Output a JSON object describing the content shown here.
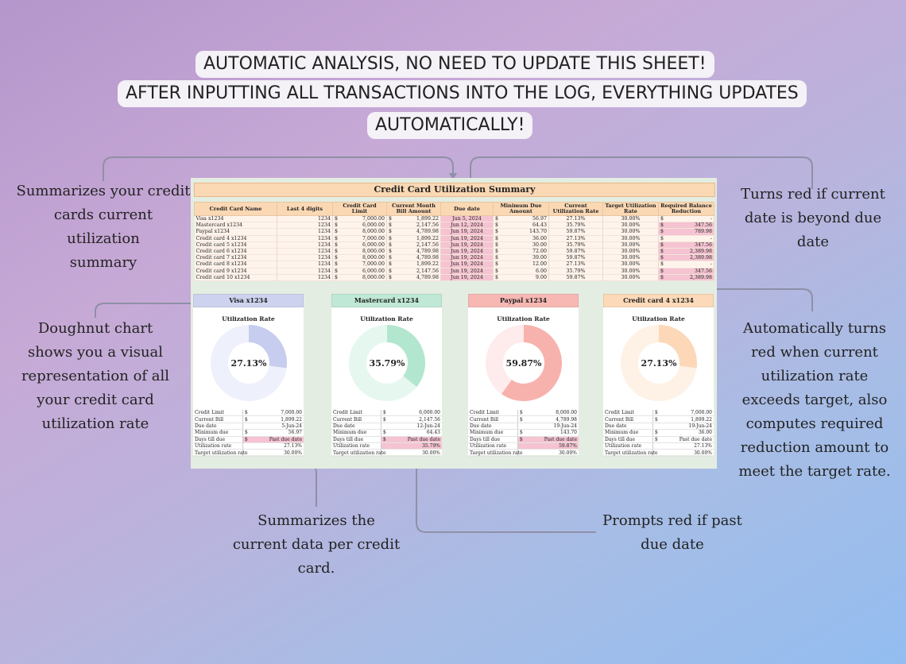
{
  "banner": {
    "line1": "AUTOMATIC ANALYSIS, NO NEED TO UPDATE THIS SHEET!",
    "line2": "AFTER INPUTTING ALL TRANSACTIONS INTO THE LOG, EVERYTHING UPDATES",
    "line3": "AUTOMATICALLY!"
  },
  "annotations": {
    "summary_note": [
      "Summarizes your credit",
      "cards current utilization",
      "summary"
    ],
    "red_due_note": [
      "Turns red if current",
      "date is beyond due",
      "date"
    ],
    "doughnut_note": [
      "Doughnut chart",
      "shows you a visual",
      "representation of all",
      "your credit card",
      "utilization rate"
    ],
    "auto_red_note": [
      "Automatically turns",
      "red when current",
      "utilization rate",
      "exceeds target, also",
      "computes required",
      "reduction amount to",
      "meet the target rate."
    ],
    "per_card_note": [
      "Summarizes the",
      "current data per credit",
      "card."
    ],
    "prompt_red_note": [
      "Prompts red if past",
      "due date"
    ]
  },
  "sheet": {
    "title": "Credit Card Utilization Summary",
    "columns": [
      "Credit Card Name",
      "Last 4 digits",
      "Credit Card Limit",
      "Current Month Bill Amount",
      "Due date",
      "Minimum Due Amount",
      "Current Utilization Rate",
      "Target Utilization Rate",
      "Required Balance Reduction"
    ],
    "currency": "$",
    "rows": [
      {
        "name": "Visa x1234",
        "digits": "1234",
        "limit": "7,000.00",
        "bill": "1,899.22",
        "due": "Jun 5, 2024",
        "min": "56.97",
        "rate": "27.13%",
        "target": "30.00%",
        "reduction": "-",
        "red": false
      },
      {
        "name": "Mastercard x1234",
        "digits": "1234",
        "limit": "6,000.00",
        "bill": "2,147.56",
        "due": "Jun 12, 2024",
        "min": "64.43",
        "rate": "35.79%",
        "target": "30.00%",
        "reduction": "347.56",
        "red": true
      },
      {
        "name": "Paypal x1234",
        "digits": "1234",
        "limit": "8,000.00",
        "bill": "4,789.98",
        "due": "Jun 19, 2024",
        "min": "143.70",
        "rate": "59.87%",
        "target": "30.00%",
        "reduction": "789.98",
        "red": true
      },
      {
        "name": "Credit card 4 x1234",
        "digits": "1234",
        "limit": "7,000.00",
        "bill": "1,899.22",
        "due": "Jun 19, 2024",
        "min": "36.00",
        "rate": "27.13%",
        "target": "30.00%",
        "reduction": "-",
        "red": false
      },
      {
        "name": "Credit card 5 x1234",
        "digits": "1234",
        "limit": "6,000.00",
        "bill": "2,147.56",
        "due": "Jun 19, 2024",
        "min": "30.00",
        "rate": "35.79%",
        "target": "30.00%",
        "reduction": "347.56",
        "red": true
      },
      {
        "name": "Credit card 6 x1234",
        "digits": "1234",
        "limit": "8,000.00",
        "bill": "4,789.98",
        "due": "Jun 19, 2024",
        "min": "72.00",
        "rate": "59.87%",
        "target": "30.00%",
        "reduction": "2,389.98",
        "red": true
      },
      {
        "name": "Credit card 7 x1234",
        "digits": "1234",
        "limit": "8,000.00",
        "bill": "4,789.98",
        "due": "Jun 19, 2024",
        "min": "39.00",
        "rate": "59.87%",
        "target": "30.00%",
        "reduction": "2,389.98",
        "red": true
      },
      {
        "name": "Credit card 8 x1234",
        "digits": "1234",
        "limit": "7,000.00",
        "bill": "1,899.22",
        "due": "Jun 19, 2024",
        "min": "12.00",
        "rate": "27.13%",
        "target": "30.00%",
        "reduction": "-",
        "red": false
      },
      {
        "name": "Credit card 9 x1234",
        "digits": "1234",
        "limit": "6,000.00",
        "bill": "2,147.56",
        "due": "Jun 19, 2024",
        "min": "6.00",
        "rate": "35.79%",
        "target": "30.00%",
        "reduction": "347.56",
        "red": true
      },
      {
        "name": "Credit card 10 x1234",
        "digits": "1234",
        "limit": "8,000.00",
        "bill": "4,789.98",
        "due": "Jun 19, 2024",
        "min": "9.00",
        "rate": "59.87%",
        "target": "30.00%",
        "reduction": "2,389.98",
        "red": true
      }
    ]
  },
  "cards": [
    {
      "name": "Visa x1234",
      "chart_title": "Utilization Rate",
      "center": "27.13%",
      "fraction": 0.2713,
      "head_color": "#cdd3ee",
      "ring_fill": "#c6cdee",
      "ring_bg": "#eef0fb",
      "labels": [
        "Credit Limit",
        "Current Bill",
        "Due date",
        "Minimum due",
        "Days till due",
        "Utilization rate",
        "Target utilization rate"
      ],
      "values": [
        "7,000.00",
        "1,899.22",
        "5-Jun-24",
        "56.97",
        "Past due date",
        "27.13%",
        "30.00%"
      ],
      "dollar": [
        true,
        true,
        false,
        true,
        true,
        false,
        false
      ],
      "red": [
        false,
        false,
        false,
        false,
        true,
        false,
        false
      ]
    },
    {
      "name": "Mastercard x1234",
      "chart_title": "Utilization Rate",
      "center": "35.79%",
      "fraction": 0.3579,
      "head_color": "#bfe8d6",
      "ring_fill": "#b3e6cf",
      "ring_bg": "#e6f7ef",
      "labels": [
        "Credit Limit",
        "Current Bill",
        "Due date",
        "Minimum due",
        "Days till due",
        "Utilization rate",
        "Target utilization rate"
      ],
      "values": [
        "6,000.00",
        "2,147.56",
        "12-Jun-24",
        "64.43",
        "Past due date",
        "35.79%",
        "30.00%"
      ],
      "dollar": [
        true,
        true,
        false,
        true,
        true,
        false,
        false
      ],
      "red": [
        false,
        false,
        false,
        false,
        true,
        true,
        false
      ]
    },
    {
      "name": "Paypal x1234",
      "chart_title": "Utilization Rate",
      "center": "59.87%",
      "fraction": 0.5987,
      "head_color": "#f7b8b4",
      "ring_fill": "#f8b2ad",
      "ring_bg": "#fdeceb",
      "labels": [
        "Credit Limit",
        "Current Bill",
        "Due date",
        "Minimum due",
        "Days till due",
        "Utilization rate",
        "Target utilization rate"
      ],
      "values": [
        "8,000.00",
        "4,789.98",
        "19-Jun-24",
        "143.70",
        "Past due date",
        "59.87%",
        "30.00%"
      ],
      "dollar": [
        true,
        true,
        false,
        true,
        true,
        false,
        false
      ],
      "red": [
        false,
        false,
        false,
        false,
        true,
        true,
        false
      ]
    },
    {
      "name": "Credit card 4 x1234",
      "chart_title": "Utilization Rate",
      "center": "27.13%",
      "fraction": 0.2713,
      "head_color": "#fcd9b8",
      "ring_fill": "#fcd8b8",
      "ring_bg": "#fef1e6",
      "labels": [
        "Credit Limit",
        "Current Bill",
        "Due date",
        "Minimum due",
        "Days till due",
        "Utilization rate",
        "Target utilization rate"
      ],
      "values": [
        "7,000.00",
        "1,899.22",
        "19-Jun-24",
        "36.00",
        "Past due date",
        "27.13%",
        "30.00%"
      ],
      "dollar": [
        true,
        true,
        false,
        true,
        true,
        false,
        false
      ],
      "red": [
        false,
        false,
        false,
        false,
        false,
        false,
        false
      ]
    }
  ]
}
